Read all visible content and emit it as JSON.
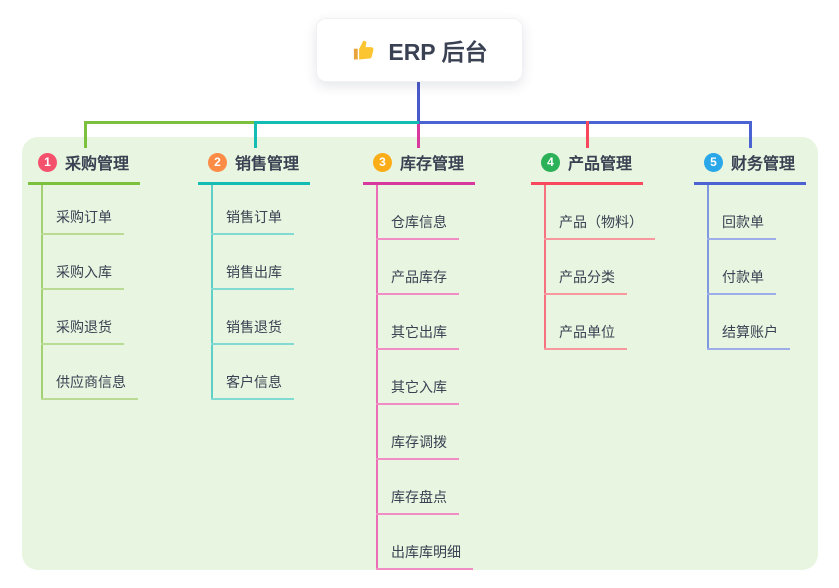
{
  "root": {
    "icon": "thumbs-up",
    "label": "ERP 后台"
  },
  "branches": [
    {
      "num": "1",
      "label": "采购管理",
      "children": [
        "采购订单",
        "采购入库",
        "采购退货",
        "供应商信息"
      ]
    },
    {
      "num": "2",
      "label": "销售管理",
      "children": [
        "销售订单",
        "销售出库",
        "销售退货",
        "客户信息"
      ]
    },
    {
      "num": "3",
      "label": "库存管理",
      "children": [
        "仓库信息",
        "产品库存",
        "其它出库",
        "其它入库",
        "库存调拨",
        "库存盘点",
        "出库库明细"
      ]
    },
    {
      "num": "4",
      "label": "产品管理",
      "children": [
        "产品（物料）",
        "产品分类",
        "产品单位"
      ]
    },
    {
      "num": "5",
      "label": "财务管理",
      "children": [
        "回款单",
        "付款单",
        "结算账户"
      ]
    }
  ],
  "colors": {
    "panelBg": "#e8f6e1",
    "textDark": "#3a4152",
    "rootDrop": "#4a5ac9",
    "b1Circle": "#f4516c",
    "b1Main": "#7cc13e",
    "b1Mid": "#a2d072",
    "b1Light": "#b9db94",
    "b2Circle": "#fb8b45",
    "b2Main": "#14bcb4",
    "b2Mid": "#5fd0c8",
    "b2Light": "#82dbd3",
    "b3Circle": "#fbad18",
    "b3Main": "#d9389f",
    "b3Mid": "#ec6cb7",
    "b3Light": "#f18cc4",
    "b4Circle": "#2bb157",
    "b4Main": "#f8485e",
    "b4Mid": "#f7717e",
    "b4Light": "#f9979e",
    "b5Circle": "#29a7e8",
    "b5Main": "#4b63d2",
    "b5Mid": "#8098e0",
    "b5Light": "#9cade8"
  }
}
